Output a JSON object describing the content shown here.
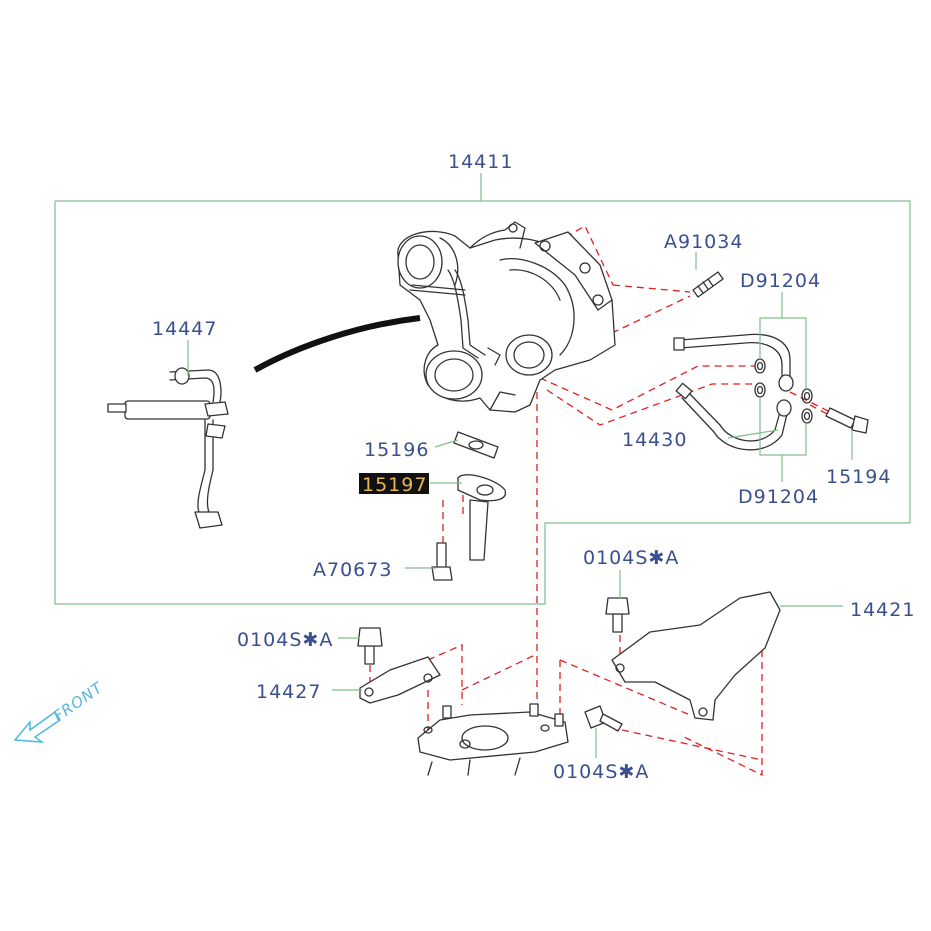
{
  "labels": {
    "p14411": "14411",
    "pA91034": "A91034",
    "pD91204_top": "D91204",
    "p14447": "14447",
    "p15196": "15196",
    "p15197": "15197",
    "p14430": "14430",
    "p15194": "15194",
    "pD91204_bottom": "D91204",
    "pA70673": "A70673",
    "p0104SA_right": "0104S✱A",
    "p14421": "14421",
    "p0104SA_left": "0104S✱A",
    "p14427": "14427",
    "p0104SA_bottom": "0104S✱A"
  },
  "front_marker": "FRONT",
  "colors": {
    "label": "#3a4f8f",
    "highlight_text": "#e8b850",
    "highlight_bg": "#111111",
    "frame": "#7fbf8a",
    "dashed_guide": "#e02020",
    "front_arrow": "#4fb8e0"
  }
}
